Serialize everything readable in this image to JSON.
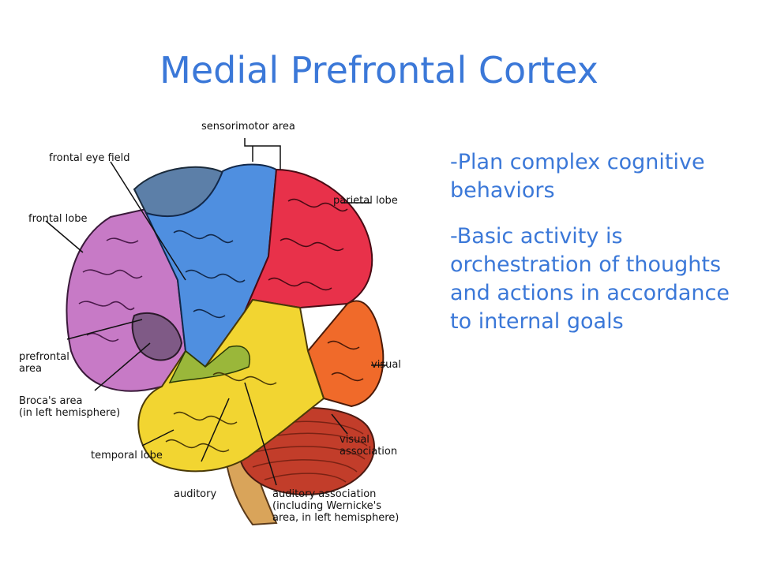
{
  "slide": {
    "title": "Medial Prefrontal Cortex"
  },
  "diagram": {
    "labels": {
      "sensorimotor_area": "sensorimotor area",
      "frontal_eye_field": "frontal eye field",
      "parietal_lobe": "parietal lobe",
      "frontal_lobe": "frontal lobe",
      "prefrontal_area": "prefrontal\narea",
      "visual": "visual",
      "brocas_area": "Broca's area\n(in left hemisphere)",
      "visual_association": "visual\nassociation",
      "temporal_lobe": "temporal lobe",
      "auditory": "auditory",
      "auditory_association": "auditory association\n(including Wernicke's\narea, in left hemisphere)"
    },
    "colors": {
      "frontal": "#c77ac6",
      "prefrontal_dark": "#7f5a86",
      "eye_field": "#5c7fa8",
      "sensorimotor_blue": "#4f8fe0",
      "parietal": "#e8314a",
      "temporal": "#f2d531",
      "temporal_green": "#9ab73a",
      "visual": "#f06a2a",
      "cerebellum": "#c23d2a",
      "brainstem": "#d9a45a"
    }
  },
  "bullets": [
    "-Plan complex cognitive behaviors",
    "-Basic activity is orchestration of thoughts and actions in accordance to internal goals"
  ]
}
